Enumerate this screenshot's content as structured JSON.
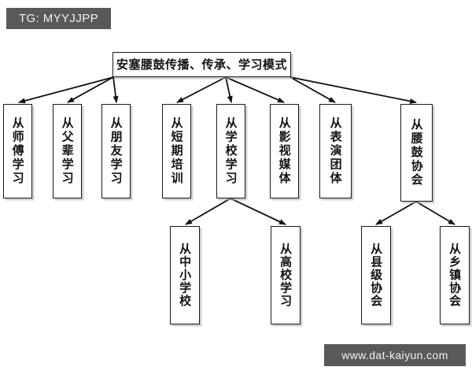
{
  "watermarks": {
    "top_left": "TG: MYYJJPP",
    "bottom_right": "www.dat-kaiyun.com"
  },
  "diagram": {
    "type": "tree",
    "orientation": "top-down",
    "title": "安塞腰鼓传播、传承、学习模式",
    "root": {
      "id": "root",
      "label": "安塞腰鼓传播、传承、学习模式"
    },
    "level1": [
      {
        "id": "master",
        "label": "从师傅学习"
      },
      {
        "id": "parents",
        "label": "从父辈学习"
      },
      {
        "id": "friends",
        "label": "从朋友学习"
      },
      {
        "id": "short",
        "label": "从短期培训"
      },
      {
        "id": "school",
        "label": "从学校学习"
      },
      {
        "id": "media",
        "label": "从影视媒体"
      },
      {
        "id": "troupe",
        "label": "从表演团体"
      },
      {
        "id": "assoc",
        "label": "从腰鼓协会"
      }
    ],
    "level2": [
      {
        "id": "k12",
        "label": "从中小学校",
        "parent": "school"
      },
      {
        "id": "college",
        "label": "从高校学习",
        "parent": "school"
      },
      {
        "id": "county",
        "label": "从县级协会",
        "parent": "assoc"
      },
      {
        "id": "township",
        "label": "从乡镇协会",
        "parent": "assoc"
      }
    ],
    "edges": [
      {
        "from": "root",
        "to": "master"
      },
      {
        "from": "root",
        "to": "parents"
      },
      {
        "from": "root",
        "to": "friends"
      },
      {
        "from": "root",
        "to": "short"
      },
      {
        "from": "root",
        "to": "school"
      },
      {
        "from": "root",
        "to": "media"
      },
      {
        "from": "root",
        "to": "troupe"
      },
      {
        "from": "root",
        "to": "assoc"
      },
      {
        "from": "school",
        "to": "k12"
      },
      {
        "from": "school",
        "to": "college"
      },
      {
        "from": "assoc",
        "to": "county"
      },
      {
        "from": "assoc",
        "to": "township"
      }
    ],
    "colors": {
      "box_border": "#1a1a1a",
      "box_fill": "#ffffff",
      "box_shadow": "#aaaaaa",
      "edge": "#111111",
      "text": "#121212",
      "watermark_bg": "#595959",
      "watermark_text": "#f2f2f2",
      "background": "#ffffff"
    }
  }
}
